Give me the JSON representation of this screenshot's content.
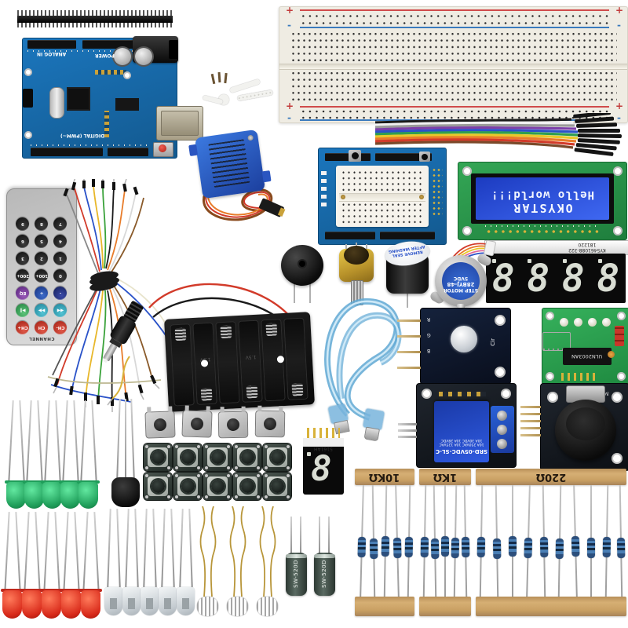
{
  "colors": {
    "arduino_blue": "#1767ad",
    "pcb_green": "#2f9e4f",
    "lcd_screen_blue": "#2b50e0",
    "relay_blue": "#2a52c8",
    "servo_blue": "#2a5cc8",
    "led_green": "#2ecc71",
    "led_red": "#e8392a",
    "resistor_body_blue": "#3a6ea8",
    "kraft_tape": "#c9a063",
    "breadboard_cream": "#efece3",
    "remote_silver": "#cfcfcf",
    "rail_red": "#d04b4b",
    "rail_blue": "#3a7abd",
    "ribbon_colors": [
      "#1a1a1a",
      "#f2f2f2",
      "#9a9a9a",
      "#7d3fa8",
      "#2a52c8",
      "#2f9e4f",
      "#e8c82a",
      "#e87c2a",
      "#d23b2a",
      "#7a4a2a"
    ]
  },
  "arduino": {
    "analog_in": "ANALOG IN",
    "power": "POWER",
    "digital": "DIGITAL (PWM~)"
  },
  "breadboard": {
    "plus": "+",
    "minus": "-"
  },
  "remote": {
    "channel": "CHANNEL",
    "rows": [
      [
        "CH-",
        "CH",
        "CH+"
      ],
      [
        "◀◀",
        "▶▶",
        "▶‖"
      ],
      [
        "-",
        "+",
        "EQ"
      ],
      [
        "0",
        "100+",
        "200+"
      ],
      [
        "1",
        "2",
        "3"
      ],
      [
        "4",
        "5",
        "6"
      ],
      [
        "7",
        "8",
        "9"
      ]
    ]
  },
  "lcd": {
    "line1": "OKYSTAR",
    "line2": "Hello world!!!"
  },
  "display4": {
    "part": "KY5461088-322",
    "date": "181220",
    "digit": "8"
  },
  "display1": {
    "part": "5161AH",
    "digit": "8"
  },
  "stepper": {
    "line1": "STEP MOTOR",
    "line2": "28BYJ-48",
    "line3": "5VDC"
  },
  "active_buzzer": {
    "sticker": "REMOVE SEAL AFTER WASHING"
  },
  "relay": {
    "model": "SRD-05VDC-SL-C",
    "rating1": "10A 250VAC 10A 125VAC",
    "rating2": "10A 30VDC 10A 28VDC"
  },
  "uln2003": {
    "chip": "ULN2003AN"
  },
  "rgb_module": {
    "m1": "R",
    "m2": "G",
    "m3": "B",
    "m4": "Cir"
  },
  "joystick": {
    "marking": "MH"
  },
  "tilt": {
    "marking": "SW-520D"
  },
  "battery": {
    "cell": "1.5V"
  },
  "resistors": {
    "g1": {
      "label": "10KΩ",
      "count": 5
    },
    "g2": {
      "label": "1KΩ",
      "count": 5
    },
    "g3": {
      "label": "220Ω",
      "count": 10
    }
  }
}
